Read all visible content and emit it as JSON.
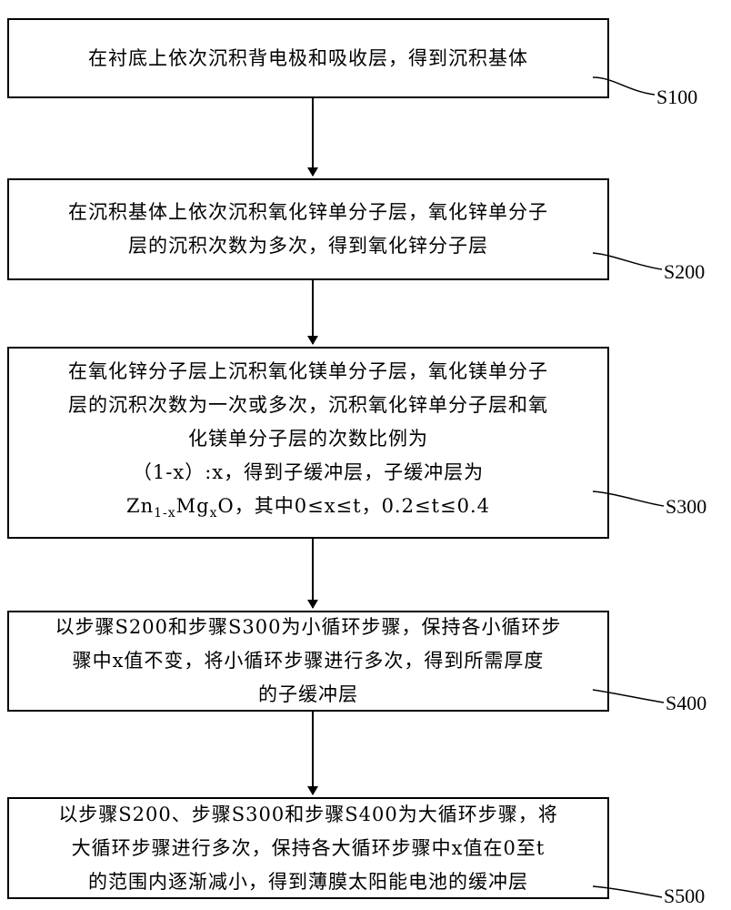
{
  "steps": [
    {
      "id": "S100",
      "lines": [
        "在衬底上依次沉积背电极和吸收层，得到沉积基体"
      ]
    },
    {
      "id": "S200",
      "lines": [
        "在沉积基体上依次沉积氧化锌单分子层，氧化锌单分子",
        "层的沉积次数为多次，得到氧化锌分子层"
      ]
    },
    {
      "id": "S300",
      "lines": [
        "在氧化锌分子层上沉积氧化镁单分子层，氧化镁单分子",
        "层的沉积次数为一次或多次，沉积氧化锌单分子层和氧",
        "化镁单分子层的次数比例为",
        "（1-x）:x，得到子缓冲层，子缓冲层为"
      ],
      "formula": {
        "zn": "Zn",
        "sub1": "1-x",
        "mg": "Mg",
        "sub2": "x",
        "o": "O",
        "rest": "，其中0≤x≤t，0.2≤t≤0.4"
      }
    },
    {
      "id": "S400",
      "lines": [
        "以步骤S200和步骤S300为小循环步骤，保持各小循环步",
        "骤中x值不变，将小循环步骤进行多次，得到所需厚度",
        "的子缓冲层"
      ]
    },
    {
      "id": "S500",
      "lines": [
        "以步骤S200、步骤S300和步骤S400为大循环步骤，将",
        "大循环步骤进行多次，保持各大循环步骤中x值在0至t",
        "的范围内逐渐减小，得到薄膜太阳能电池的缓冲层"
      ]
    }
  ]
}
